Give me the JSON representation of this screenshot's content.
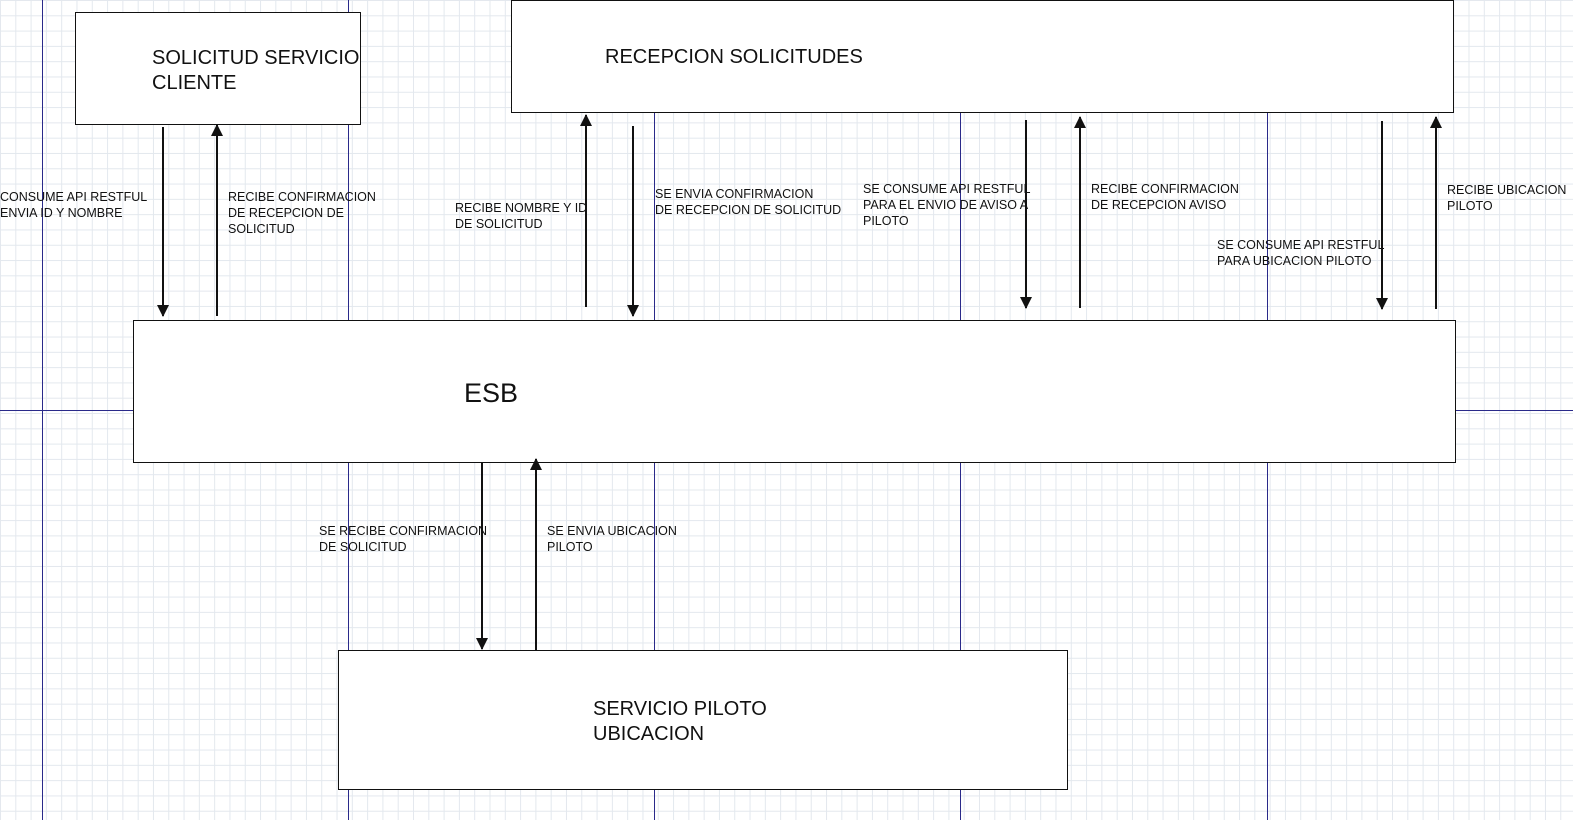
{
  "boxes": {
    "cliente": {
      "title": "SOLICITUD SERVICIO\nCLIENTE"
    },
    "recepcion": {
      "title": "RECEPCION SOLICITUDES"
    },
    "esb": {
      "title": "ESB"
    },
    "piloto": {
      "title": "SERVICIO PILOTO\nUBICACION"
    }
  },
  "labels": {
    "consume_api": "CONSUME API RESTFUL\nENVIA ID Y NOMBRE",
    "recibe_confirmacion_solicitud": "RECIBE CONFIRMACION\nDE RECEPCION DE\nSOLICITUD",
    "recibe_nombre_id": "RECIBE NOMBRE Y ID\nDE SOLICITUD",
    "envia_confirmacion": "SE ENVIA CONFIRMACION\nDE RECEPCION DE SOLICITUD",
    "consume_api_aviso": "SE CONSUME API RESTFUL\nPARA EL ENVIO DE AVISO A\nPILOTO",
    "recibe_confirmacion_aviso": "RECIBE CONFIRMACION\nDE RECEPCION AVISO",
    "consume_api_ubicacion": "SE CONSUME API RESTFUL\nPARA UBICACION PILOTO",
    "recibe_ubicacion": "RECIBE UBICACION\nPILOTO",
    "recibe_confirmacion_piloto": "SE RECIBE CONFIRMACION\nDE SOLICITUD",
    "envia_ubicacion": "SE ENVIA UBICACION\nPILOTO"
  },
  "colors": {
    "guide_line": "#2a2a8a",
    "grid": "#e3e8ee",
    "stroke": "#111111"
  }
}
